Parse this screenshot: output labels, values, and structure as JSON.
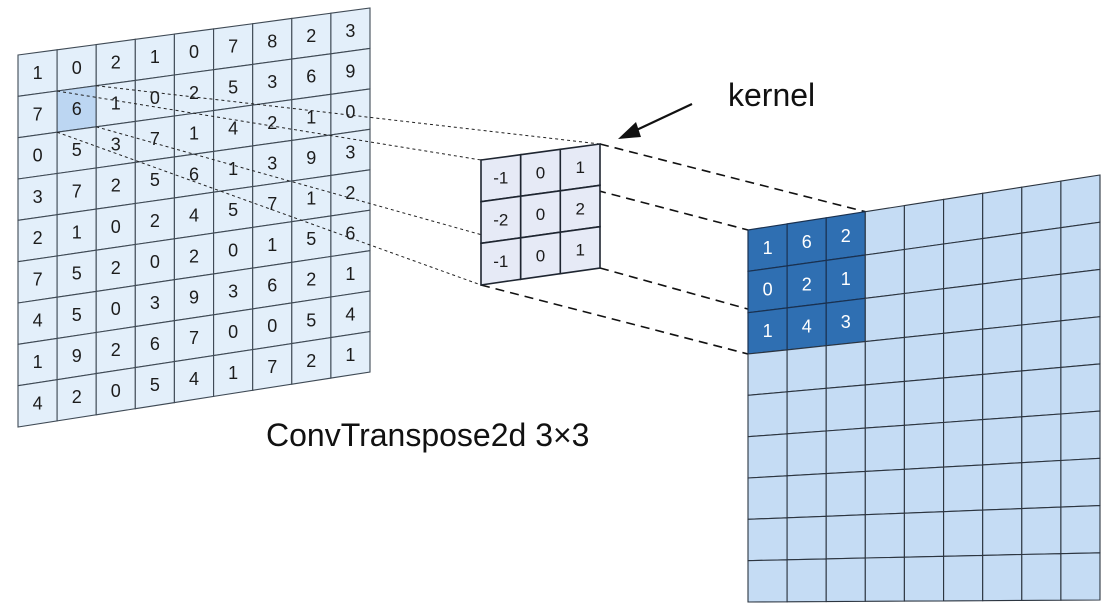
{
  "input_grid": [
    [
      1,
      0,
      2,
      1,
      0,
      7,
      8,
      2,
      3
    ],
    [
      7,
      6,
      1,
      0,
      2,
      5,
      3,
      6,
      9
    ],
    [
      0,
      5,
      3,
      7,
      1,
      4,
      2,
      1,
      0
    ],
    [
      3,
      7,
      2,
      5,
      6,
      1,
      3,
      9,
      3
    ],
    [
      2,
      1,
      0,
      2,
      4,
      5,
      7,
      1,
      2
    ],
    [
      7,
      5,
      2,
      0,
      2,
      0,
      1,
      5,
      6
    ],
    [
      4,
      5,
      0,
      3,
      9,
      3,
      6,
      2,
      1
    ],
    [
      1,
      9,
      2,
      6,
      7,
      0,
      0,
      5,
      4
    ],
    [
      4,
      2,
      0,
      5,
      4,
      1,
      7,
      2,
      1
    ]
  ],
  "kernel_grid": [
    [
      -1,
      0,
      1
    ],
    [
      -2,
      0,
      2
    ],
    [
      -1,
      0,
      1
    ]
  ],
  "output_patch": [
    [
      1,
      6,
      2
    ],
    [
      0,
      2,
      1
    ],
    [
      1,
      4,
      3
    ]
  ],
  "labels": {
    "kernel": "kernel",
    "caption": "ConvTranspose2d 3×3"
  },
  "colors": {
    "input_cell": "#e3effa",
    "input_highlight": "#bcd6f2",
    "kernel_cell": "#e6eaf6",
    "output_cell": "#c5dcf4",
    "output_highlight": "#2f6fb2"
  }
}
